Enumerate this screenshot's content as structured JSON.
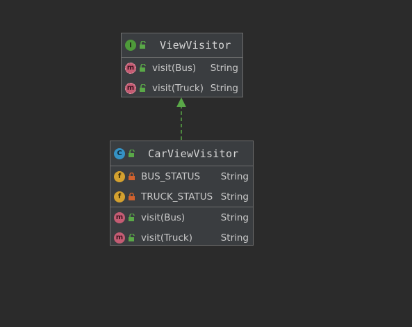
{
  "diagram": {
    "interface": {
      "kind_glyph": "I",
      "title": "ViewVisitor",
      "methods": [
        {
          "kind_glyph": "m",
          "name": "visit(Bus)",
          "type": "String"
        },
        {
          "kind_glyph": "m",
          "name": "visit(Truck)",
          "type": "String"
        }
      ]
    },
    "class": {
      "kind_glyph": "C",
      "title": "CarViewVisitor",
      "fields": [
        {
          "kind_glyph": "f",
          "name": "BUS_STATUS",
          "type": "String"
        },
        {
          "kind_glyph": "f",
          "name": "TRUCK_STATUS",
          "type": "String"
        }
      ],
      "methods": [
        {
          "kind_glyph": "m",
          "name": "visit(Bus)",
          "type": "String"
        },
        {
          "kind_glyph": "m",
          "name": "visit(Truck)",
          "type": "String"
        }
      ]
    },
    "colors": {
      "background": "#2b2b2b",
      "box": "#3a3d40",
      "border": "#6e6e6e",
      "arrow": "#5aa848",
      "public_lock": "#5aa848",
      "private_lock": "#d0622e"
    }
  }
}
